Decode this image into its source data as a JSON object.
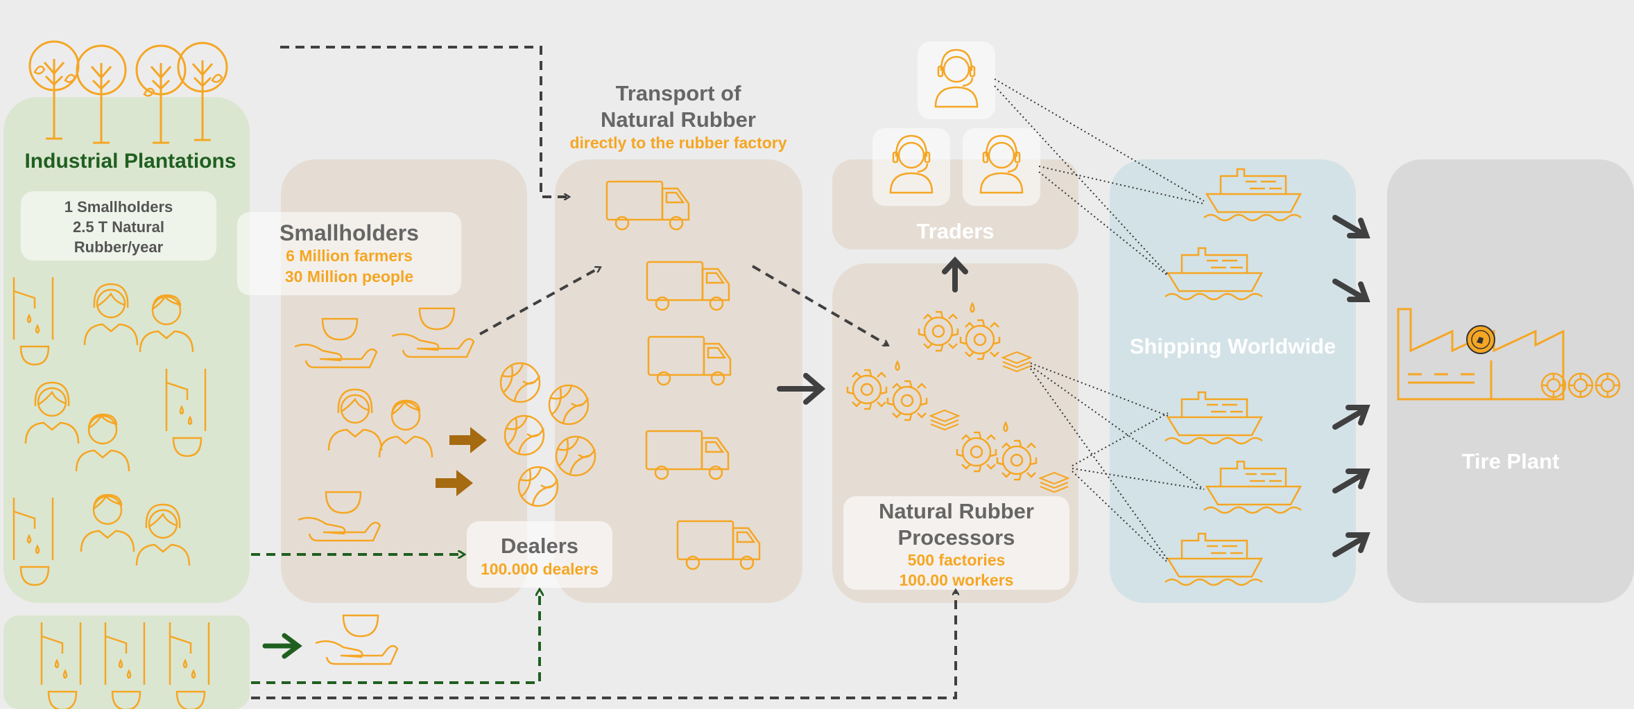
{
  "plantations": {
    "title": "Industrial Plantations",
    "stats": [
      "1 Smallholders",
      "2.5 T Natural",
      "Rubber/year"
    ]
  },
  "smallholders": {
    "title": "Smallholders",
    "line1": "6 Million farmers",
    "line2": "30 Million people"
  },
  "transport": {
    "title_line1": "Transport of",
    "title_line2": "Natural Rubber",
    "subtitle": "directly to the rubber factory"
  },
  "dealers": {
    "title": "Dealers",
    "count": "100.000 dealers"
  },
  "traders": {
    "title": "Traders"
  },
  "processors": {
    "title_line1": "Natural Rubber",
    "title_line2": "Processors",
    "factories": "500 factories",
    "workers": "100.00 workers"
  },
  "shipping": {
    "title": "Shipping Worldwide"
  },
  "tire_plant": {
    "title": "Tire Plant"
  },
  "colors": {
    "accent_orange": "#f5a623",
    "dark_green": "#1f5f1f",
    "plantation_bg": "#dae6d0",
    "smallholder_bg": "#e4ddd5",
    "shipping_bg": "#d3e2e6",
    "tire_bg": "#d9d9d9",
    "arrow_gray": "#404040",
    "arrow_brown": "#a66a10"
  }
}
